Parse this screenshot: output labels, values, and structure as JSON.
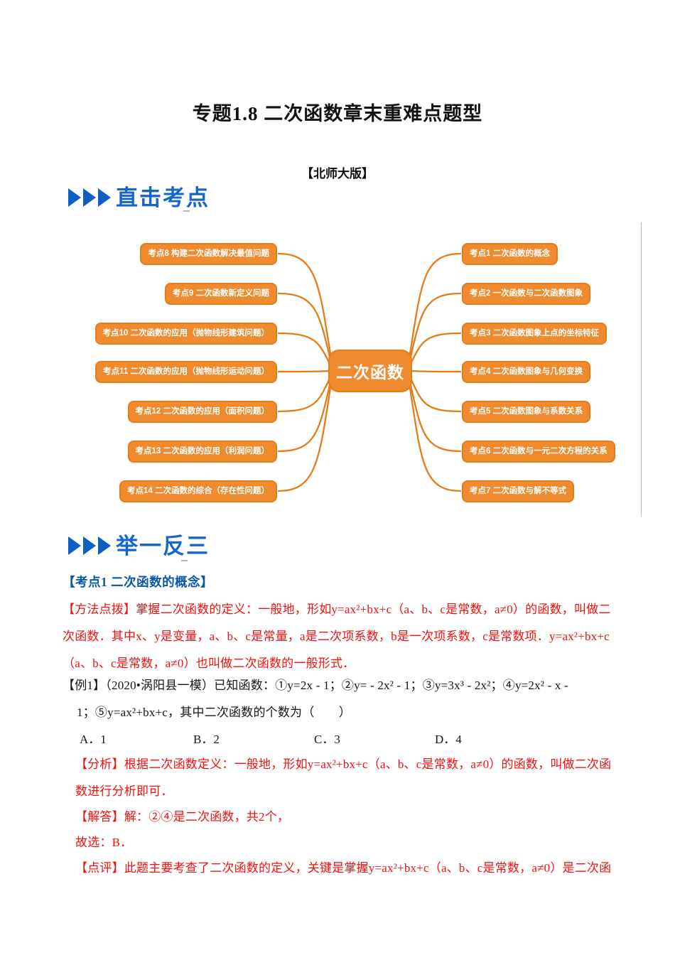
{
  "page": {
    "title": "专题1.8 二次函数章末重难点题型",
    "edition": "【北师大版】"
  },
  "colors": {
    "mindmap_orange": "#ef8b2e",
    "mindmap_border": "#e47d19",
    "banner_blue": "#1566c9",
    "triangle_blue": "#0d5fc4",
    "heading_blue": "#0a58a5",
    "body_red": "#f50f0f",
    "body_black": "#161616"
  },
  "sections": {
    "targets_label": "直击考点",
    "practice_label": "举一反三"
  },
  "mindmap": {
    "center_label": "二次函数",
    "left_nodes": [
      "考点8 构建二次函数解决最值问题",
      "考点9 二次函数新定义问题",
      "考点10 二次函数的应用（抛物线形建筑问题）",
      "考点11 二次函数的应用（抛物线形运动问题）",
      "考点12 二次函数的应用（面积问题）",
      "考点13 二次函数的应用（利润问题）",
      "考点14 二次函数的综合（存在性问题）"
    ],
    "right_nodes": [
      "考点1 二次函数的概念",
      "考点2 一次函数与二次函数图象",
      "考点3 二次函数图象上点的坐标特征",
      "考点4 二次函数图象与几何变换",
      "考点5 二次函数图象与系数关系",
      "考点6 二次函数与一元二次方程的关系",
      "考点7 二次函数与解不等式"
    ]
  },
  "content": {
    "topic_heading": "【考点1 二次函数的概念】",
    "method": [
      "【方法点拨】掌握二次函数的定义：一般地，形如y=ax²+bx+c（a、b、c是常数，a≠0）的函数，叫做二",
      "次函数．其中x、y是变量，a、b、c是常量，a是二次项系数，b是一次项系数，c是常数项．y=ax²+bx+c",
      "（a、b、c是常数，a≠0）也叫做二次函数的一般形式．"
    ],
    "example": [
      "【例1】（2020•涡阳县一模）已知函数：①y=2x - 1；②y= - 2x² - 1；③y=3x³ - 2x²；④y=2x² - x - ",
      "1；⑤y=ax²+bx+c，其中二次函数的个数为（　　）"
    ],
    "options": [
      "A．1",
      "B．2",
      "C．3",
      "D．4"
    ],
    "analysis": [
      "【分析】根据二次函数定义：一般地，形如y=ax²+bx+c（a、b、c是常数，a≠0）的函数，叫做二次函",
      "数进行分析即可．"
    ],
    "solution": "【解答】解：②④是二次函数，共2个，",
    "choice": "故选：B．",
    "comment": "【点评】此题主要考查了二次函数的定义，关键是掌握y=ax²+bx+c（a、b、c是常数，a≠0）是二次函"
  }
}
